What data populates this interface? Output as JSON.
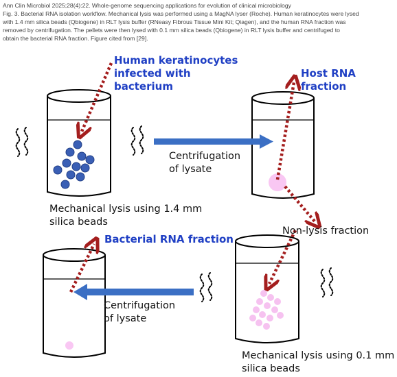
{
  "caption": {
    "journal_line": "Ann Clin Microbiol 2025;28(4):22. Whole-genome sequencing applications for evolution of clinical microbiology",
    "lines": [
      "Fig. 3. Bacterial RNA isolation workflow. Mechanical lysis was performed using a MagNA lyser (Roche). Human keratinocytes were lysed",
      "with 1.4 mm silica beads (Qbiogene) in RLT lysis buffer (RNeasy Fibrous Tissue Mini Kit; Qiagen), and the human RNA fraction was",
      "removed by centrifugation. The pellets were then lysed with 0.1 mm silica beads (Qbiogene) in RLT lysis buffer and centrifuged to",
      "obtain the bacterial RNA fraction. Figure cited from [29]."
    ]
  },
  "labels": {
    "input_sample_1": "Human keratinocytes",
    "input_sample_2": "infected with",
    "input_sample_3": "bacterium",
    "host_rna": "Host RNA fraction",
    "bacterial_rna": "Bacterial RNA fraction",
    "centrifugation_top_1": "Centrifugation",
    "centrifugation_top_2": "of lysate",
    "centrifugation_bottom_1": "Centrifugation",
    "centrifugation_bottom_2": "of lysate",
    "lysis_14_1": "Mechanical lysis using 1.4 mm",
    "lysis_14_2": "silica beads",
    "non_lysis": "Non-lysis fraction",
    "lysis_01_1": "Mechanical lysis using 0.1 mm",
    "lysis_01_2": "silica beads"
  },
  "colors": {
    "label_blue": "#1f3fc4",
    "process_arrow": "#3b6fc4",
    "flow_arrow": "#a41e1e",
    "large_bead": "#3a5fb5",
    "small_bead": "#f6c2f0",
    "pellet": "#f9c7f3"
  }
}
